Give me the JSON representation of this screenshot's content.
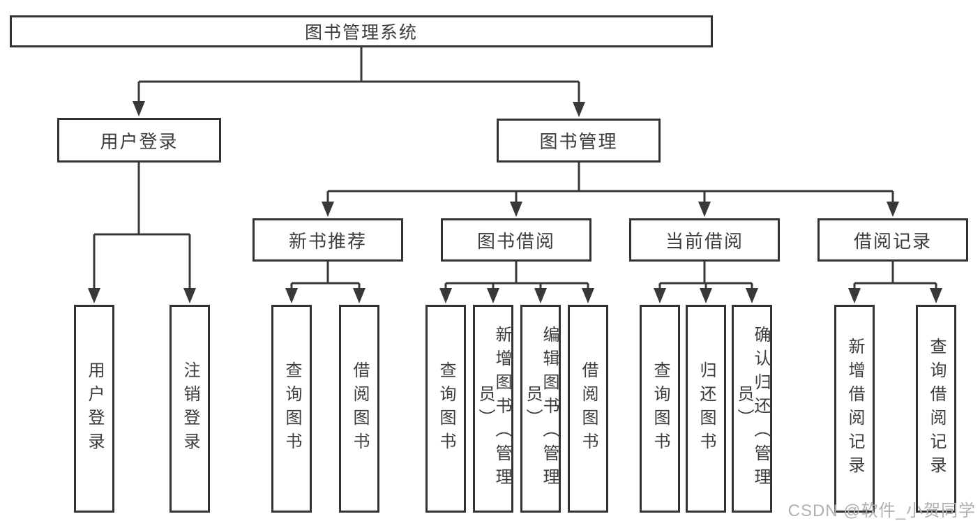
{
  "diagram": {
    "title": "图书管理系统",
    "type": "hierarchy-tree",
    "colors": {
      "line": "#383838",
      "border": "#333333",
      "text": "#3c3c3c",
      "watermark": "#b0b0b0",
      "background": "#ffffff"
    },
    "tree": {
      "label": "图书管理系统",
      "children": [
        {
          "label": "用户登录",
          "children": [
            {
              "label": "用户登录"
            },
            {
              "label": "注销登录"
            }
          ]
        },
        {
          "label": "图书管理",
          "children": [
            {
              "label": "新书推荐",
              "children": [
                {
                  "label": "查询图书"
                },
                {
                  "label": "借阅图书"
                }
              ]
            },
            {
              "label": "图书借阅",
              "children": [
                {
                  "label": "查询图书"
                },
                {
                  "label": "新增图书（管理员）"
                },
                {
                  "label": "编辑图书（管理员）"
                },
                {
                  "label": "借阅图书"
                }
              ]
            },
            {
              "label": "当前借阅",
              "children": [
                {
                  "label": "查询图书"
                },
                {
                  "label": "归还图书"
                },
                {
                  "label": "确认归还（管理员）"
                }
              ]
            },
            {
              "label": "借阅记录",
              "children": [
                {
                  "label": "新增借阅记录"
                },
                {
                  "label": "查询借阅记录"
                }
              ]
            }
          ]
        }
      ]
    }
  },
  "watermark": {
    "text": "CSDN @软件_小贺同学"
  }
}
